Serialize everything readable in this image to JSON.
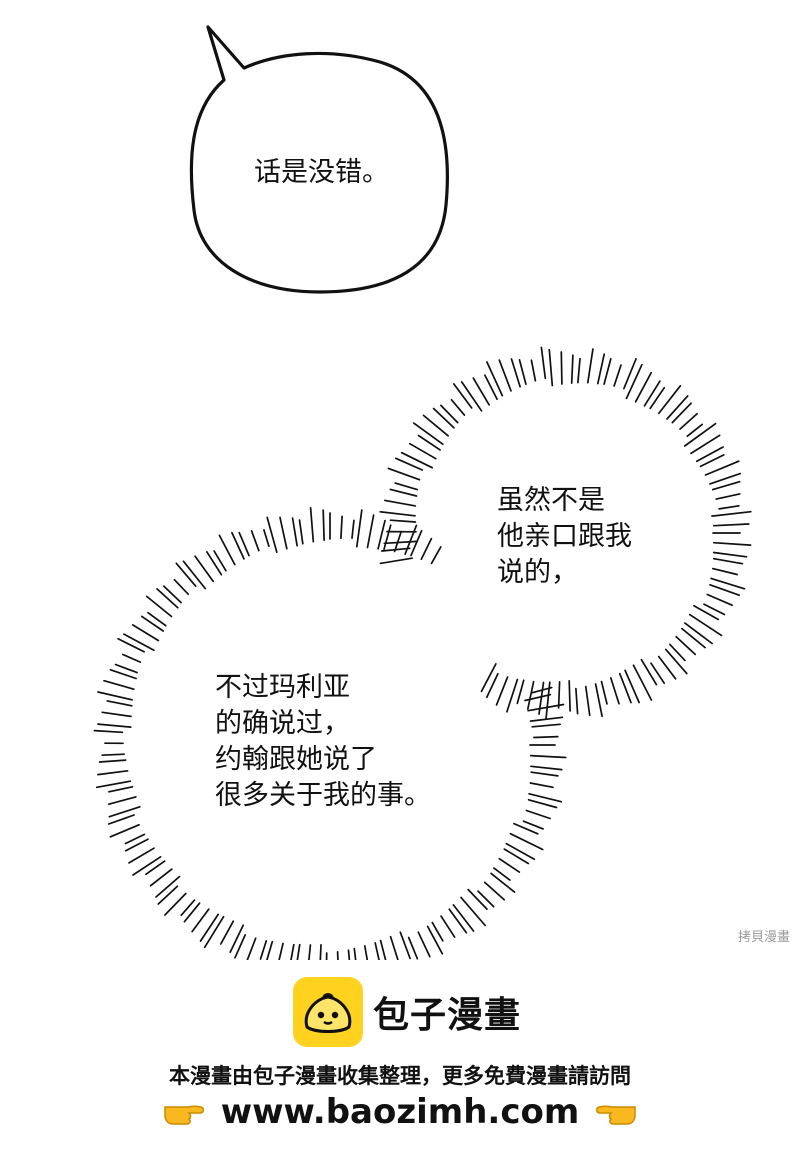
{
  "bubbles": {
    "speech_1": [
      "话是没错。"
    ],
    "burst_right": [
      "虽然不是",
      "他亲口跟我",
      "说的，"
    ],
    "burst_left": [
      "不过玛利亚",
      "的确说过，",
      "约翰跟她说了",
      "很多关于我的事。"
    ]
  },
  "watermark": "拷貝漫畫",
  "footer": {
    "brand": "包子漫畫",
    "notice": "本漫畫由包子漫畫收集整理，更多免費漫畫請訪問",
    "url": "www.baozimh.com",
    "logo_color": "#ffd21f"
  }
}
